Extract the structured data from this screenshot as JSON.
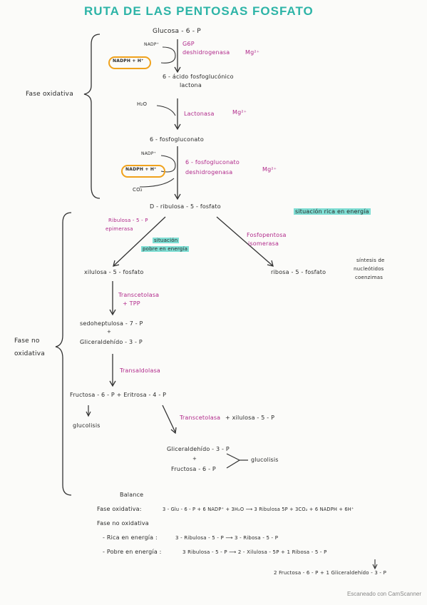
{
  "title": "RUTA DE LAS PENTOSAS FOSFATO",
  "oxidative": {
    "label": "Fase oxidativa",
    "glucose": "Glucosa - 6 - P",
    "nadp1": "NADP⁺",
    "nadph1": "NADPH + H⁺",
    "enzyme1_line1": "G6P",
    "enzyme1_line2": "deshidrogenasa",
    "mg1": "Mg²⁺",
    "lactone_line1": "6 - ácido fosfoglucónico",
    "lactone_line2": "lactona",
    "h2o": "H₂O",
    "enzyme2": "Lactonasa",
    "mg2": "Mg²⁺",
    "gluconate": "6 - fosfogluconato",
    "nadp2": "NADP⁺",
    "nadph2": "NADPH + H⁺",
    "enzyme3_line1": "6 - fosfogluconato",
    "enzyme3_line2": "deshidrogenasa",
    "mg3": "Mg²⁺",
    "co2": "CO₂",
    "ribulose": "D - ribulosa - 5 - fosfato"
  },
  "nonoxidative": {
    "label_line1": "Fase no",
    "label_line2": "oxidativa",
    "situation_rich": "situación rica en energía",
    "epimerase_line1": "Ribulosa - 5 - P",
    "epimerase_line2": "epimerasa",
    "situation_poor_line1": "situación",
    "situation_poor_line2": "pobre en energía",
    "isomerase_line1": "Fosfopentosa",
    "isomerase_line2": "isomerasa",
    "xylulose": "xilulosa - 5 - fosfato",
    "ribose": "ribosa - 5 - fosfato",
    "synthesis_line1": "síntesis de",
    "synthesis_line2": "nucleótidos",
    "synthesis_line3": "coenzimas",
    "transketolase1_line1": "Transcetolasa",
    "transketolase1_line2": "+ TPP",
    "sedoheptulose": "sedoheptulosa - 7 - P",
    "plus1": "+",
    "glyceraldehyde1": "Gliceraldehído - 3 - P",
    "transaldolase": "Transaldolasa",
    "fructose_erythrose": "Fructosa - 6 - P  +  Eritrosa - 4 - P",
    "glycolysis1": "glucolisis",
    "transketolase2": "Transcetolasa",
    "transketolase2_extra": "+  xilulosa - 5 - P",
    "glyceraldehyde2": "Gliceraldehído - 3 - P",
    "plus2": "+",
    "fructose2": "Fructosa - 6 - P",
    "glycolysis2": "glucolisis"
  },
  "balance": {
    "heading": "Balance",
    "oxidative_label": "Fase oxidativa:",
    "oxidative_eq": "3 - Glu - 6 - P  +  6 NADP⁺  + 3H₂O  ⟶  3 Ribulosa 5P  +  3CO₂  +  6 NADPH  +  6H⁺",
    "nonox_label": "Fase no oxidativa",
    "rich_label": "- Rica en energía :",
    "rich_eq": "3 - Ribulosa - 5 - P  ⟶  3 - Ribosa - 5 - P",
    "poor_label": "- Pobre en energía :",
    "poor_eq": "3 Ribulosa - 5 - P  ⟶  2 - Xilulosa - 5P  +  1  Ribosa - 5 - P",
    "poor_eq2": "2 Fructosa - 6 - P   +   1 Gliceraldehído - 3 - P"
  },
  "footer": "Escaneado con CamScanner",
  "colors": {
    "title": "#2db4a7",
    "enzyme": "#b0288a",
    "highlight": "#7fded4",
    "oval": "#f0a21c"
  }
}
